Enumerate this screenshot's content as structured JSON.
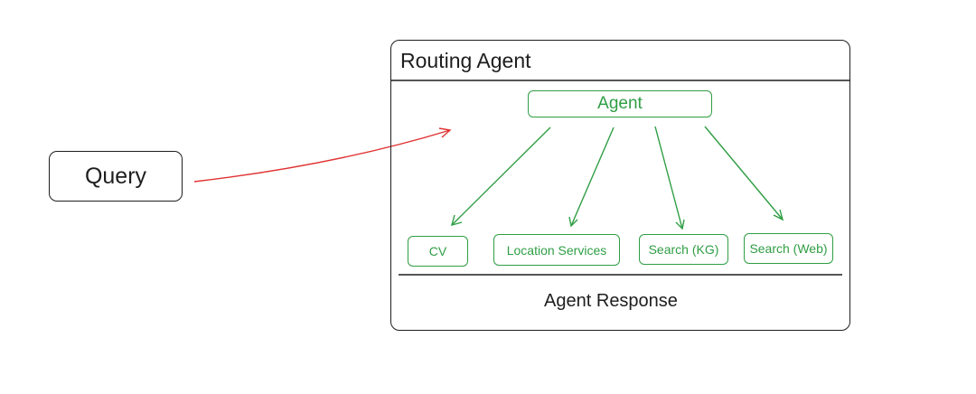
{
  "query": {
    "label": "Query"
  },
  "routing_agent": {
    "title": "Routing Agent",
    "agent_label": "Agent",
    "tools": [
      "CV",
      "Location Services",
      "Search (KG)",
      "Search (Web)"
    ],
    "response_label": "Agent Response"
  },
  "colors": {
    "stroke": "#1e1e1e",
    "agent_green": "#2f9e44",
    "query_arrow_red": "#e03131"
  }
}
